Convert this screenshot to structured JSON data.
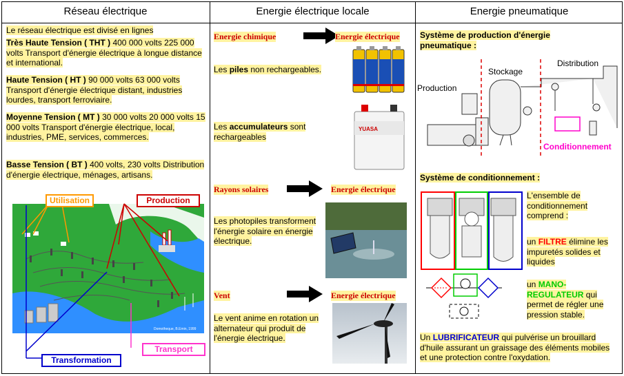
{
  "headers": {
    "col1": "Réseau électrique",
    "col2": "Energie électrique locale",
    "col3": "Energie pneumatique"
  },
  "col1": {
    "intro": "Le réseau électrique est divisé en lignes",
    "tht": {
      "name": "Très Haute Tension ( THT )",
      "text": " 400 000 volts 225 000 volts Transport d'énergie électrique à longue distance et international."
    },
    "ht": {
      "name": "Haute Tension ( HT )",
      "text": " 90 000 volts 63 000 volts Transport d'énergie électrique distant, industries lourdes, transport ferroviaire."
    },
    "mt": {
      "name": "Moyenne Tension ( MT )",
      "text": " 30 000 volts 20 000 volts 15 000 volts Transport d'énergie électrique, local, industries, PME, services, commerces."
    },
    "bt": {
      "name": "Basse Tension ( BT )",
      "text": " 400 volts, 230 volts Distribution d'énergie électrique, ménages, artisans."
    },
    "labels": {
      "utilisation": "Utilisation",
      "production": "Production",
      "transformation": "Transformation",
      "transport": "Transport"
    },
    "credit": "Domotheque, B.Emin, 1999",
    "colors": {
      "utilisation": "#ff9900",
      "production": "#cc0000",
      "transformation": "#0000cc",
      "transport": "#ff33cc",
      "land": "#2fa83a",
      "water": "#2f8fff"
    }
  },
  "col2": {
    "row1": {
      "from": "Energie chimique",
      "to": "Energie électrique"
    },
    "piles_pre": "Les ",
    "piles_bold": "piles",
    "piles_post": " non rechargeables.",
    "acc_pre": "Les ",
    "acc_bold": "accumulateurs",
    "acc_post": " sont rechargeables",
    "battery_brand": "YUASA",
    "row2": {
      "from": "Rayons solaires",
      "to": "Energie électrique"
    },
    "photopiles": "Les photopiles transforment l'énergie solaire en énergie électrique.",
    "row3": {
      "from": "Vent",
      "to": "Energie électrique"
    },
    "vent": "Le vent anime en rotation un alternateur qui produit de l'énergie électrique."
  },
  "col3": {
    "prod_title": "Système de production d'énergie pneumatique :",
    "labels": {
      "production": "Production",
      "stockage": "Stockage",
      "distribution": "Distribution",
      "conditionnement": "Conditionnement"
    },
    "cond_title": "Système de conditionnement :",
    "ensemble": "L'ensemble de conditionnement comprend :",
    "filtre_pre": "un ",
    "filtre_name": "FILTRE",
    "filtre_post": " élimine les impuretés solides et liquides",
    "mano_name": "MANO-REGULATEUR",
    "mano_pre": "un ",
    "mano_post": " qui permet de régler une pression stable.",
    "lub_pre": "Un ",
    "lub_name": "LUBRIFICATEUR",
    "lub_post": " qui pulvérise un brouillard d'huile assurant un graissage des éléments mobiles et une protection contre l'oxydation.",
    "colors": {
      "filtre": "#ff0000",
      "mano": "#00cc00",
      "lub": "#0000cc",
      "cond": "#ff00cc"
    }
  }
}
